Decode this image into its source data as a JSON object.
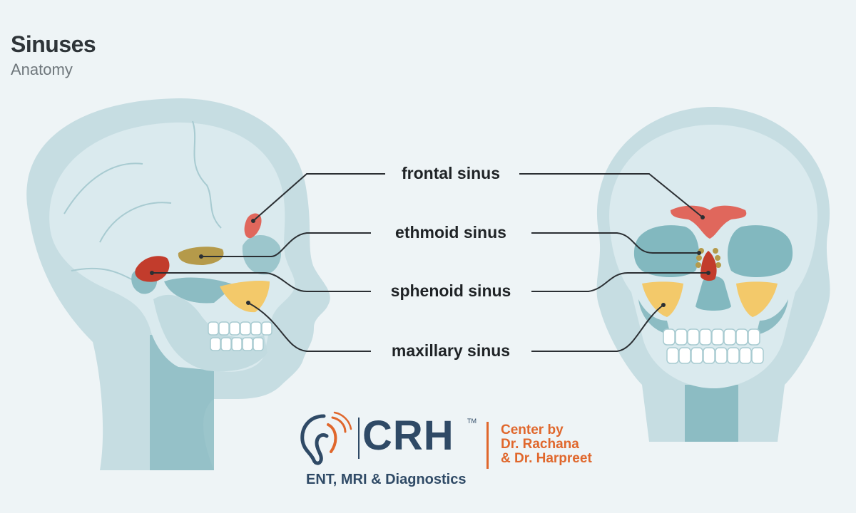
{
  "header": {
    "title": "Sinuses",
    "subtitle": "Anatomy"
  },
  "labels": {
    "frontal": "frontal sinus",
    "ethmoid": "ethmoid sinus",
    "sphenoid": "sphenoid sinus",
    "maxillary": "maxillary sinus"
  },
  "logo": {
    "brand": "CRH",
    "trademark": "TM",
    "center_line1": "Center by",
    "center_line2": "Dr. Rachana",
    "center_line3": "& Dr. Harpreet",
    "tagline": "ENT, MRI & Diagnostics"
  },
  "colors": {
    "frontal": "#e0675c",
    "ethmoid": "#b59a4a",
    "sphenoid": "#c23c2c",
    "maxillary": "#f3c96a",
    "head": "#c6dde2",
    "skull": "#daeaee",
    "socket": "#82b8bf",
    "brand": "#2f4a66",
    "accent": "#e0672c"
  }
}
